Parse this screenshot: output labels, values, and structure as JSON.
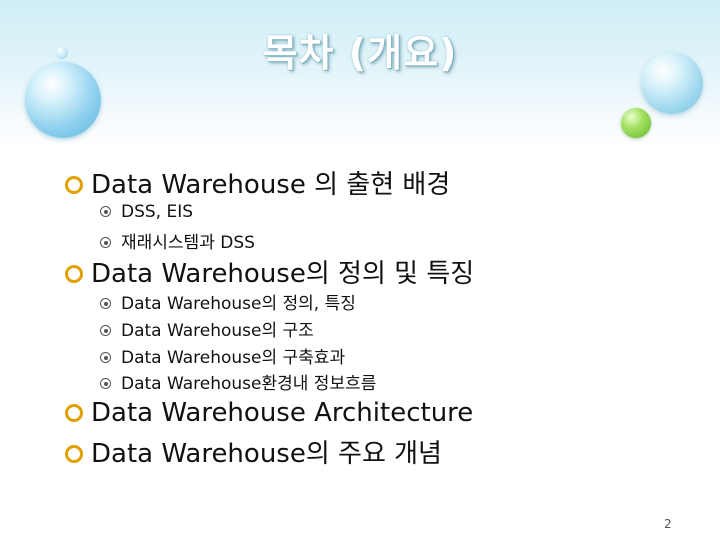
{
  "slide": {
    "title": "목차 (개요)",
    "page_number": "2"
  },
  "outline": [
    {
      "text": "Data  Warehouse 의 출현 배경",
      "subitems": [
        "DSS, EIS",
        "재래시스템과 DSS"
      ]
    },
    {
      "text": "Data  Warehouse의 정의 및 특징",
      "subitems": [
        "Data  Warehouse의 정의, 특징",
        "Data  Warehouse의 구조",
        "Data  Warehouse의 구축효과",
        "Data  Warehouse환경내 정보흐름"
      ]
    },
    {
      "text": "Data  Warehouse   Architecture",
      "subitems": []
    },
    {
      "text": "Data  Warehouse의 주요 개념",
      "subitems": []
    }
  ],
  "colors": {
    "bullet_primary": "#e0a000",
    "bullet_secondary": "#555555",
    "title_text": "#ffffff"
  }
}
